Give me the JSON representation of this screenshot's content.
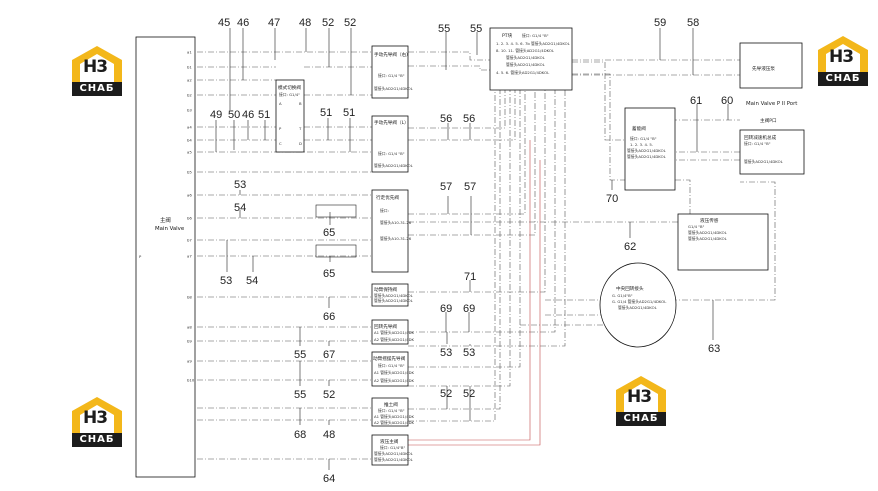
{
  "logo": {
    "main": "H3",
    "sub": "СНАБ",
    "color": "#f3b71a"
  },
  "main_valve": {
    "cn": "主阀",
    "en": "Main Valve",
    "port": "P"
  },
  "main_ports": [
    "a1",
    "b1",
    "a2",
    "b2",
    "b3",
    "a4",
    "b4",
    "a5",
    "b5",
    "a6",
    "b6",
    "b7",
    "a7",
    "b8",
    "a8",
    "b9",
    "a9",
    "b10"
  ],
  "blocks": {
    "mode": {
      "title": "模式切换阀",
      "l1": "接口: G1/4\"",
      "ports": [
        "A",
        "B",
        "P",
        "T",
        "C",
        "D"
      ]
    },
    "hand_r": {
      "title": "手动先导阀（右）",
      "l1": "接口: G1/4 \"B\"",
      "l2": "管接头AD2G1/4DKOL"
    },
    "hand_l": {
      "title": "手动先导阀（L）",
      "l1": "接口: G1/4 \"B\"",
      "l2": "管接头AD2G1/4DKOL"
    },
    "walk": {
      "title": "行走优先阀",
      "l1": "接口:",
      "l2": "管接头A10-31-26",
      "l3": "管接头A10-31-26"
    },
    "boom": {
      "title": "动臂保持阀",
      "l1": "管接头AD2G1/4DKOL",
      "l2": "管接头AD2G1/4DKOL"
    },
    "swing": {
      "title": "回转先导阀",
      "l1": "A1 管接头AD2G1/4DK",
      "l2": "A2 管接头AD2G1/4DK"
    },
    "arm": {
      "title": "动臂摇摆先导阀",
      "l1": "接口: G1/4 \"B\"",
      "l2": "A1 管接头AD2G1/4DK",
      "l3": "A2 管接头AD2G1/4DK"
    },
    "travel": {
      "title": "推土阀",
      "l1": "接口: G1/4 \"B\"",
      "l2": "A1 管接头AD2G1/4DK",
      "l3": "A2 管接头AD2G1/4DK"
    },
    "press": {
      "title": "液压主阀",
      "l1": "接口: G1/4\"B\"",
      "l2": "管接头AD2G1/4DKOL",
      "l3": "管接头AD2G1/4DKOL"
    },
    "pt": {
      "title": "PT块",
      "l1": "接口: G1/4 \"B\"",
      "l2": "1. 2. 3. 4. 5. 6. 7b 管接头AD2G1/4DKOL",
      "l3": "8. 10. 11. 管接头AD2G1/4DKOL",
      "l4": "管接头AD2G1/4DKOL",
      "l5": "管接头AD2G1/4DKOL",
      "l6": "4. 5. 6. 管接头AD2G1/4DKOL"
    },
    "pilot_pump": {
      "title": "先导液压泵"
    },
    "mainport": {
      "en": "Main Valve P II Port",
      "cn": "主阀P口"
    },
    "accum": {
      "title": "蓄能阀",
      "l1": "接口: G1/4 \"B\"",
      "l2": "1. 2. 3. 4. 5.",
      "l3": "管接头AD2G1/4DKOL",
      "l4": "管接头AD2G1/4DKOL"
    },
    "return": {
      "title": "回转减速机总成",
      "l1": "接口: G1/4 \"B\"",
      "l2": "管接头AD2G1/4DKOL"
    },
    "sensor": {
      "title": "液压传感",
      "l1": "G1/4 \"B\"",
      "l2": "管接头AD2G1/4DKOL",
      "l3": "管接头AD2G1/4DKOL"
    },
    "center": {
      "title": "中央回转接头",
      "l1": "G. G1/4\"B\"",
      "l2": "G. G1/4 管接头AD2G1/4DKOL",
      "l3": "管接头AD2G1/4DKOL"
    }
  },
  "numbers": [
    "45",
    "46",
    "47",
    "48",
    "52",
    "52",
    "55",
    "55",
    "59",
    "58",
    "49",
    "50",
    "46",
    "51",
    "51",
    "51",
    "56",
    "56",
    "61",
    "60",
    "53",
    "54",
    "65",
    "65",
    "53",
    "54",
    "57",
    "57",
    "70",
    "62",
    "66",
    "71",
    "69",
    "69",
    "63",
    "55",
    "67",
    "53",
    "53",
    "55",
    "52",
    "52",
    "52",
    "68",
    "48",
    "64"
  ]
}
